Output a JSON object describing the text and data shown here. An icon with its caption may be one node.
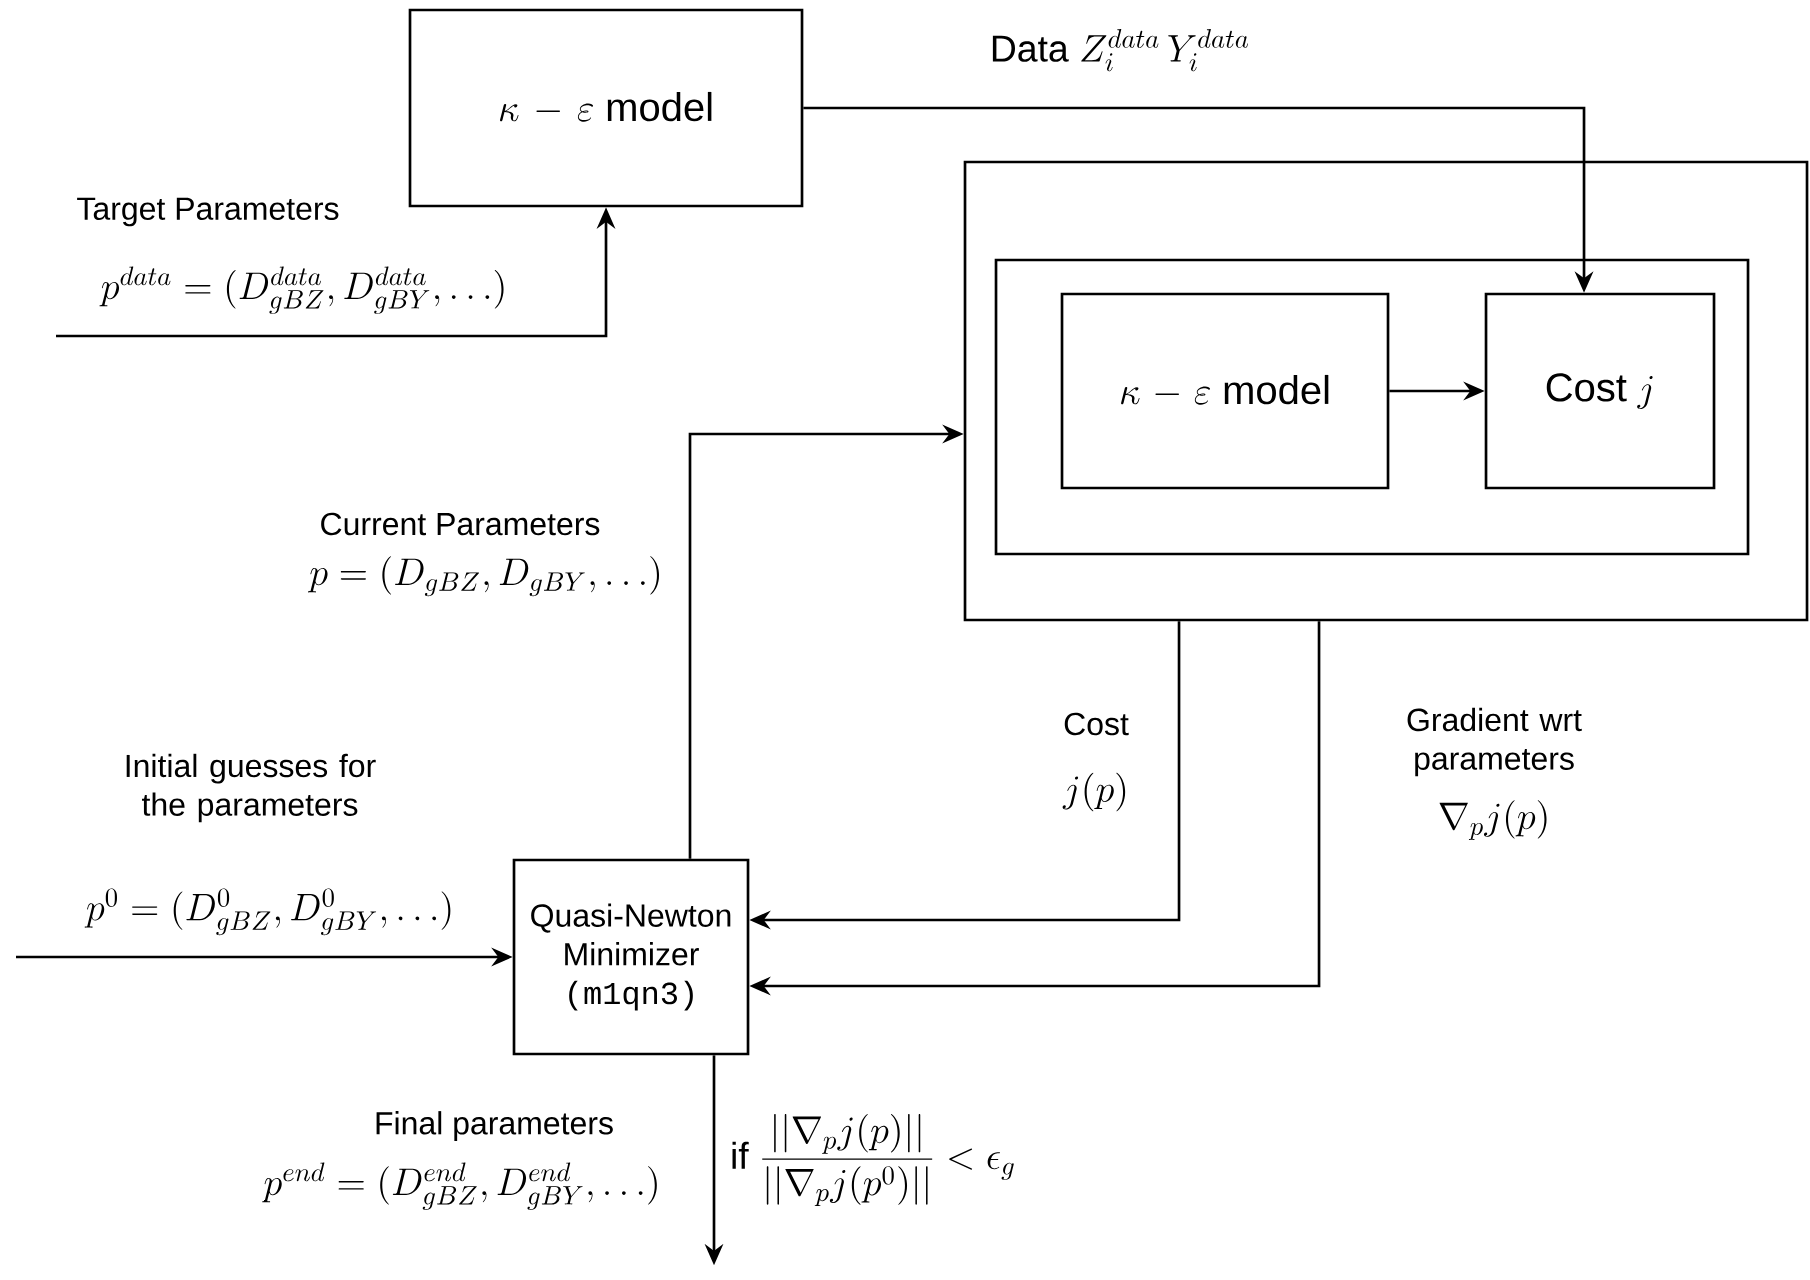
{
  "diagram": {
    "nodes": [
      {
        "text": [
          "\\kappa-\\varepsilon\\ \\mathrm{model}"
        ]
      },
      {
        "text": [],
        "shape": "box"
      },
      {
        "text": [],
        "shape": "box",
        "in": 1
      },
      {
        "text": [
          "\\kappa-\\varepsilon\\ \\mathrm{model}"
        ],
        "in": 2
      },
      {
        "text": [
          "\\mathrm{Cost}\\ j"
        ],
        "in": 2
      },
      {
        "text": [
          "Quasi-Newton Minimizer",
          "(m1qn3)"
        ]
      }
    ],
    "edges": [
      {
        "from": null,
        "to": 0,
        "arrow": "to"
      },
      {
        "from": 0,
        "to": 4,
        "arrow": "to",
        "label": "\\mathrm{Data}\\ Z_i^{data}\\,Y_i^{data}"
      },
      {
        "from": 3,
        "to": 4,
        "arrow": "to"
      },
      {
        "from": 5,
        "to": 1,
        "arrow": "to"
      },
      {
        "from": 1,
        "to": 5,
        "arrow": "to"
      },
      {
        "from": 1,
        "to": 5,
        "arrow": "to"
      },
      {
        "from": null,
        "to": 5,
        "arrow": "to"
      },
      {
        "from": 5,
        "to": null,
        "arrow": "to"
      }
    ],
    "labels": [
      "Target Parameters",
      "p^{data}=(D^{data}_{gBZ},D^{data}_{gBY},\\dots)",
      "Current Parameters",
      "p=(D_{gBZ},D_{gBY},\\dots)",
      "Cost",
      "j(p)",
      "Gradient wrt parameters",
      "\\nabla_p j(p)",
      "Initial guesses for the parameters",
      "p^0=(D^0_{gBZ},D^0_{gBY},\\dots)",
      "Final parameters",
      "p^{end}=(D^{end}_{gBZ},D^{end}_{gBY},\\dots)",
      "\\mathrm{if}\\ \\frac{||\\nabla_p j(p)||}{||\\nabla_p j(p^0)||}<\\epsilon_g"
    ]
  }
}
